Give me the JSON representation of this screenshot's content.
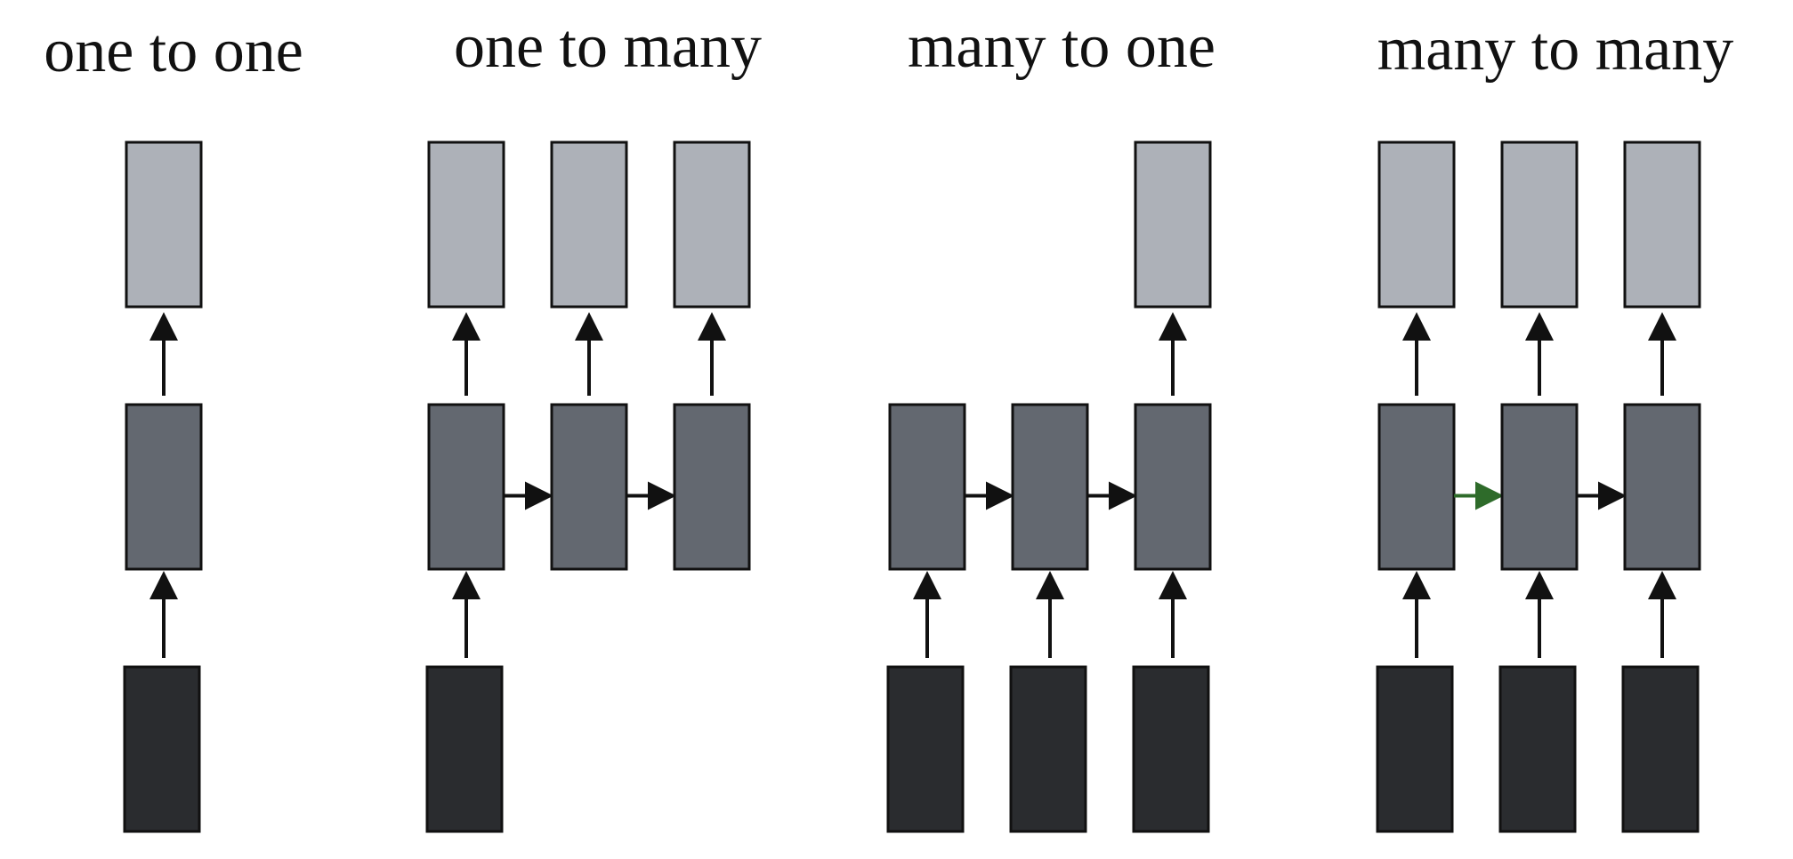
{
  "colors": {
    "output": "#adb1b8",
    "hidden": "#636870",
    "input": "#2a2c2f",
    "arrow": "#111111",
    "highlight_arrow": "#2e6b2a"
  },
  "panels": [
    {
      "id": "one-to-one",
      "title": "one to one",
      "inputs": [
        1,
        0,
        0
      ],
      "hidden": [
        1,
        0,
        0
      ],
      "outputs": [
        1,
        0,
        0
      ],
      "steps": 1
    },
    {
      "id": "one-to-many",
      "title": "one to many",
      "inputs": [
        1,
        0,
        0
      ],
      "hidden": [
        1,
        1,
        1
      ],
      "outputs": [
        1,
        1,
        1
      ],
      "steps": 3
    },
    {
      "id": "many-to-one",
      "title": "many to one",
      "inputs": [
        1,
        1,
        1
      ],
      "hidden": [
        1,
        1,
        1
      ],
      "outputs": [
        0,
        0,
        1
      ],
      "steps": 3
    },
    {
      "id": "many-to-many",
      "title": "many to many",
      "inputs": [
        1,
        1,
        1
      ],
      "hidden": [
        1,
        1,
        1
      ],
      "outputs": [
        1,
        1,
        1
      ],
      "steps": 3,
      "highlighted_recurrent": [
        0
      ]
    }
  ]
}
